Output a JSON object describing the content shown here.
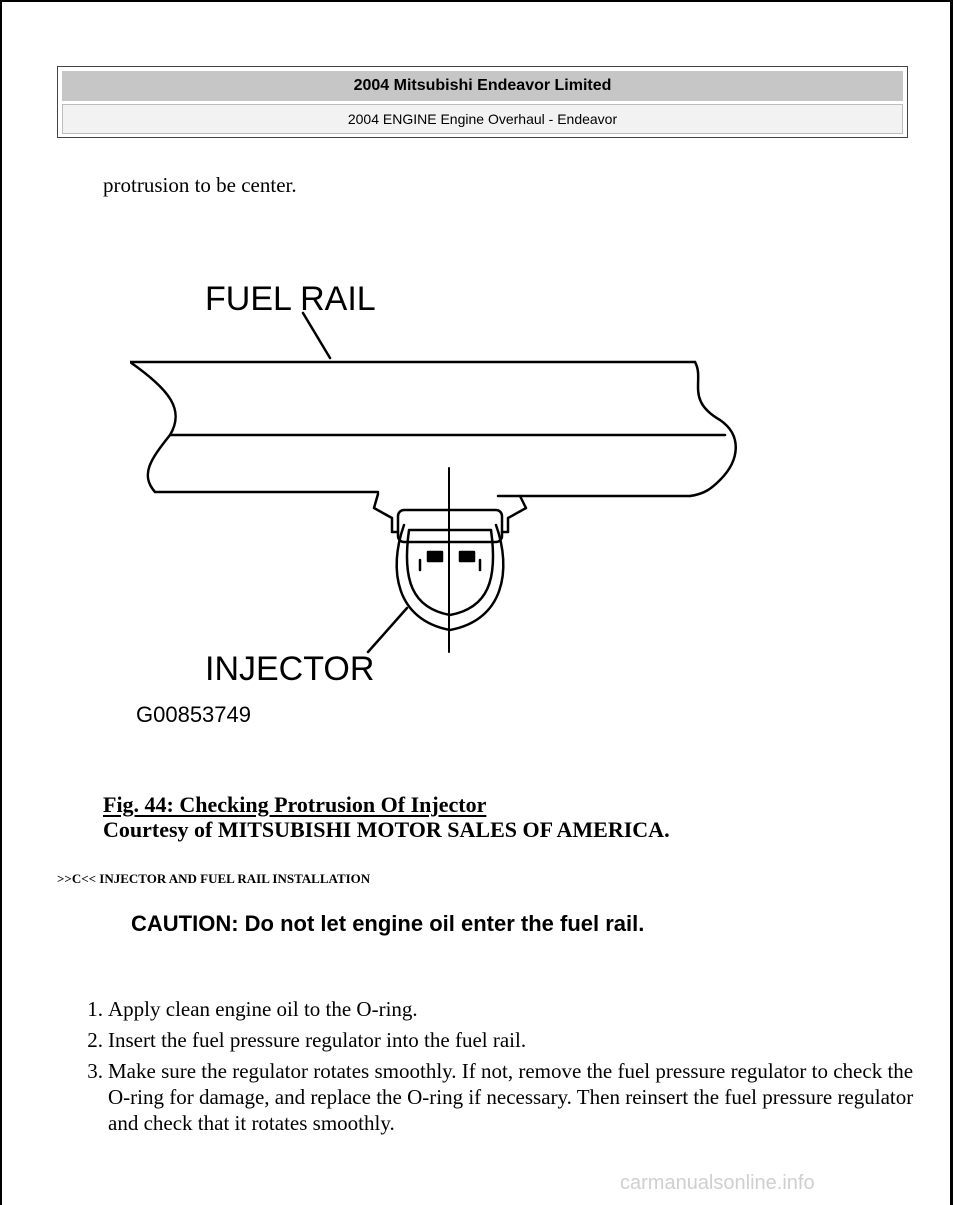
{
  "header": {
    "title": "2004 Mitsubishi Endeavor Limited",
    "subtitle": "2004 ENGINE Engine Overhaul - Endeavor"
  },
  "intro_text": "protrusion to be center.",
  "figure": {
    "label_rail": "FUEL RAIL",
    "label_injector": "INJECTOR",
    "code": "G00853749"
  },
  "caption": {
    "title": "Fig. 44: Checking Protrusion Of Injector",
    "courtesy": "Courtesy of MITSUBISHI MOTOR SALES OF AMERICA."
  },
  "section_heading": ">>C<< INJECTOR AND FUEL RAIL INSTALLATION",
  "caution": "CAUTION: Do not let engine oil enter the fuel rail.",
  "steps": [
    {
      "num": "1.",
      "text": "Apply clean engine oil to the O-ring."
    },
    {
      "num": "2.",
      "text": "Insert the fuel pressure regulator into the fuel rail."
    },
    {
      "num": "3.",
      "text": "Make sure the regulator rotates smoothly. If not, remove the fuel pressure regulator to check the O-ring for damage, and replace the O-ring if necessary. Then reinsert the fuel pressure regulator and check that it rotates smoothly."
    }
  ],
  "watermark": "carmanualsonline.info"
}
